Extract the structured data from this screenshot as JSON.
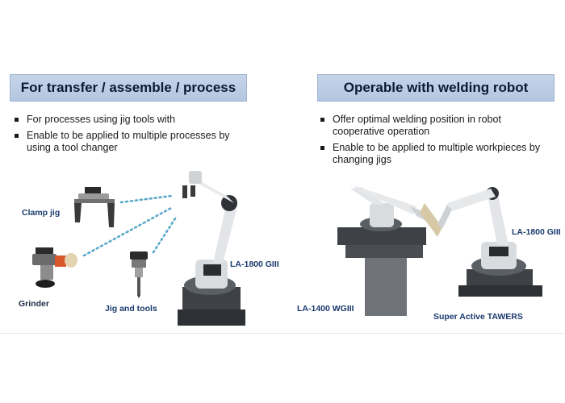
{
  "left_panel": {
    "title": "For transfer / assemble / process",
    "bullets": [
      "For processes using jig tools with",
      "Enable to be applied to multiple processes by using a tool changer"
    ],
    "labels": {
      "clamp_jig": "Clamp jig",
      "grinder": "Grinder",
      "jig_and_tools": "Jig and tools",
      "robot": "LA-1800 GIII"
    }
  },
  "right_panel": {
    "title": "Operable with welding robot",
    "bullets": [
      "Offer optimal welding position in robot cooperative operation",
      "Enable to be applied to multiple workpieces by changing jigs"
    ],
    "labels": {
      "robot_right": "LA-1800 GIII",
      "robot_left": "LA-1400 WGIII",
      "system": "Super Active TAWERS"
    }
  },
  "colors": {
    "header_bg": "#b9cae2",
    "label_navy": "#1a3a6e",
    "dotted_line": "#5aa9c9"
  }
}
